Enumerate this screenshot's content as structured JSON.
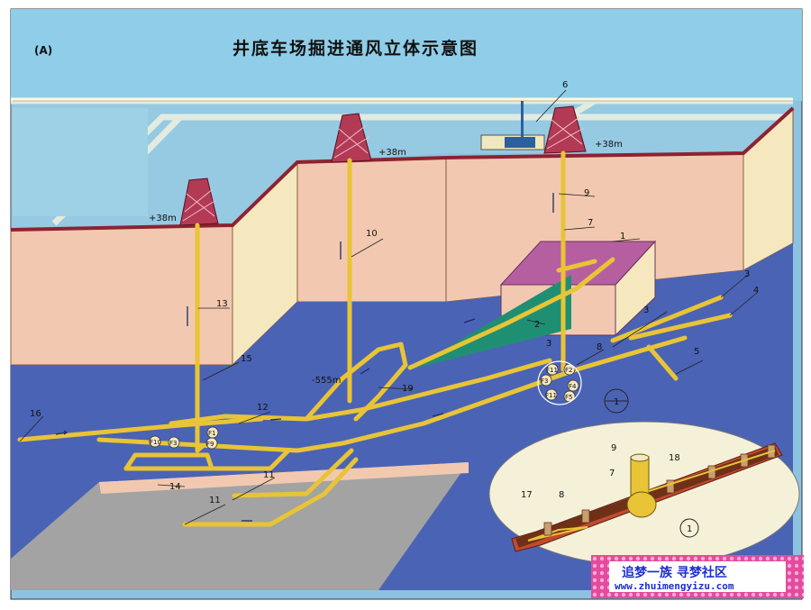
{
  "panel_tag": "(A)",
  "title": "井底车场掘进通风立体示意图",
  "elevations": {
    "left_shaft": "+38m",
    "middle_shaft": "+38m",
    "right_shaft": "+38m",
    "depth": "-555m"
  },
  "callouts": [
    "1",
    "2",
    "3",
    "3",
    "3",
    "4",
    "5",
    "6",
    "7",
    "8",
    "9",
    "10",
    "11",
    "11",
    "12",
    "13",
    "14",
    "15",
    "16",
    "19"
  ],
  "fan_labels": [
    "F10",
    "F3",
    "F9",
    "F1",
    "F11",
    "F2",
    "F3",
    "F4",
    "F11",
    "F5"
  ],
  "detail": {
    "marker": "1",
    "callouts": [
      "9",
      "7",
      "18",
      "17",
      "8"
    ]
  },
  "watermark": {
    "line1": "追梦一族  寻梦社区",
    "line2": "www.zhuimengyizu.com"
  },
  "colors": {
    "sky": "#8cc3e0",
    "surface_wall": "#f2c9b0",
    "side_wall": "#f4e7c0",
    "ground_blue": "#4b63b5",
    "roadway": "#e8c436",
    "headframe": "#b23a55",
    "purple_box": "#b65fa0",
    "teal_triangle": "#1f8f73"
  },
  "icons": [
    "headframe-icon",
    "fan-icon",
    "airflow-arrow-icon"
  ]
}
